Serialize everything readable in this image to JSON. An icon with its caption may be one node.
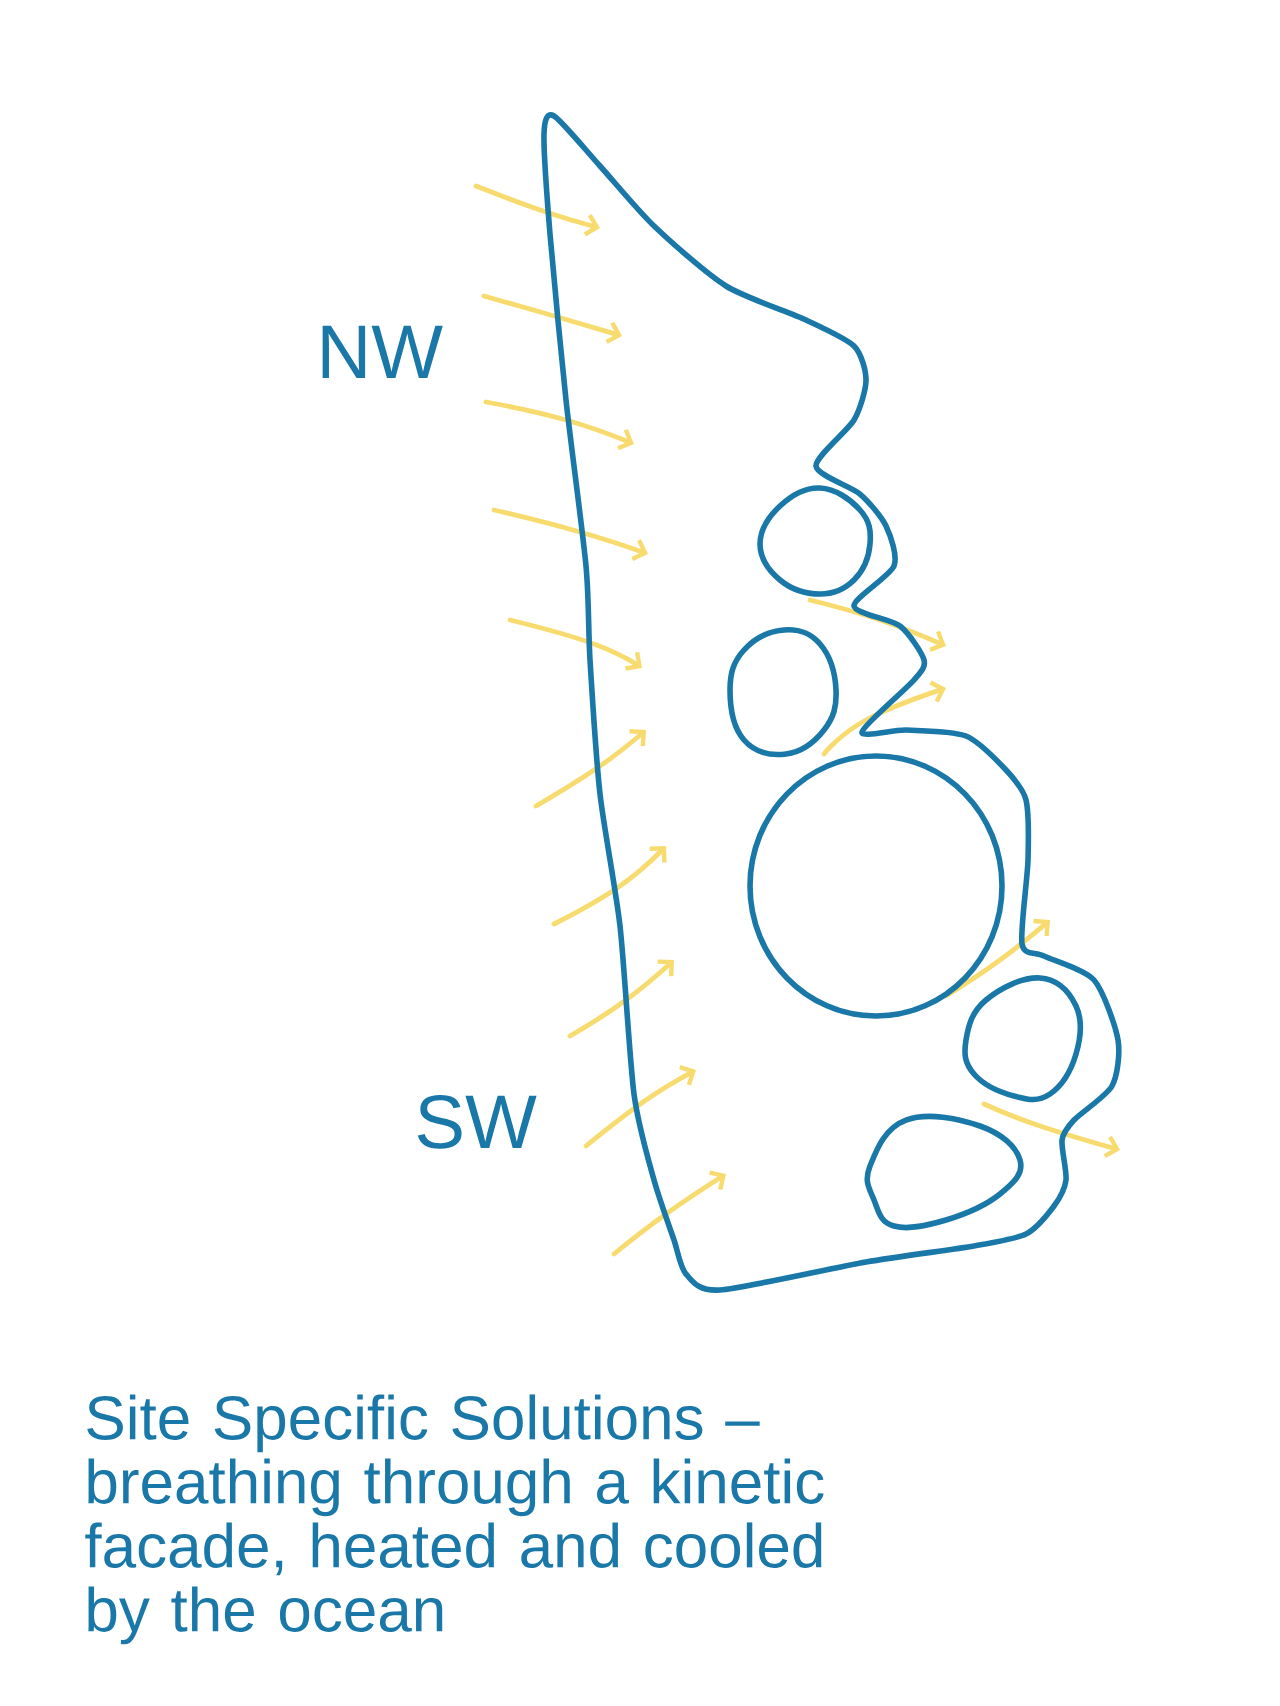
{
  "diagram": {
    "caption": "Site Specific Solutions – breathing through a kinetic facade, heated and cooled by the ocean",
    "labels": [
      "NW",
      "SW"
    ]
  }
}
